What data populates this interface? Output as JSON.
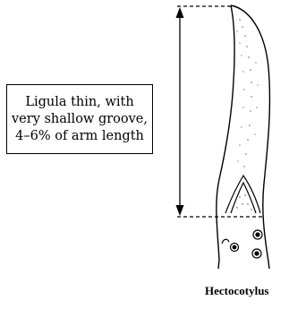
{
  "callout": {
    "lines": [
      "Ligula thin, with",
      "very shallow groove,",
      "4–6% of arm length"
    ]
  },
  "caption": {
    "text": "Hectocotylus"
  }
}
